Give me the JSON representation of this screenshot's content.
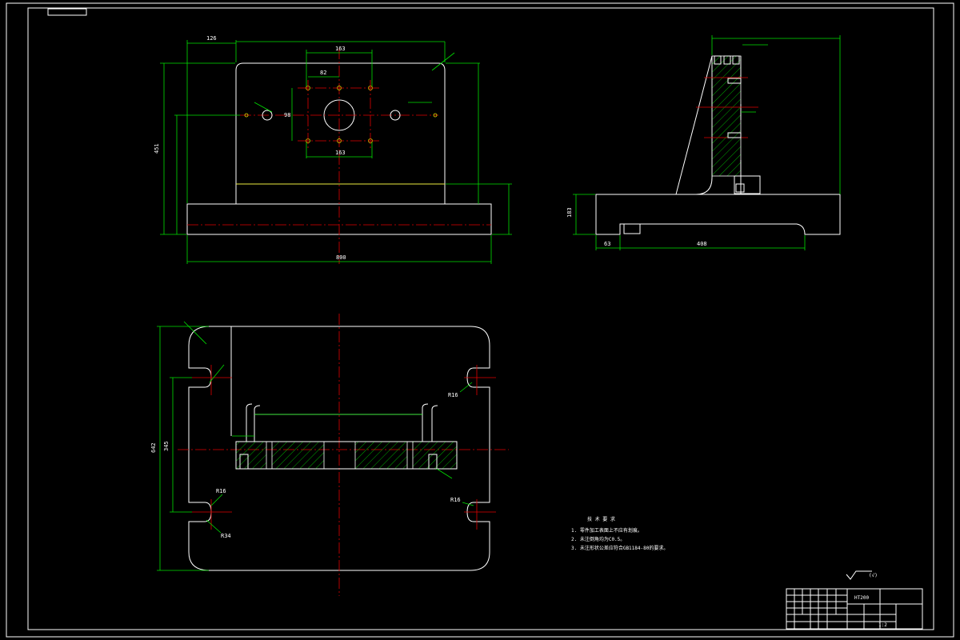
{
  "dims": {
    "front_left": "126",
    "front_top": "163",
    "front_holes": "82",
    "front_center_v": "98",
    "front_bottom_holes": "163",
    "front_height": "451",
    "front_width": "800",
    "side_height": "183",
    "side_left": "63",
    "side_bottom": "408",
    "plan_height": "642",
    "plan_slot": "345",
    "r16_a": "R16",
    "r16_b": "R16",
    "r16_c": "R16",
    "r34": "R34"
  },
  "tech_requirements": {
    "title": "技 术 要 求",
    "items": [
      "1. 零件加工表面上不应有划痕。",
      "2. 未注倒角均为C0.5。",
      "3. 未注形状公差应符合GB1184-80的要求。"
    ]
  },
  "roughness_note": "(√)",
  "title_block": {
    "material": "HT200",
    "part_name": "",
    "scale_label": "1:2"
  }
}
